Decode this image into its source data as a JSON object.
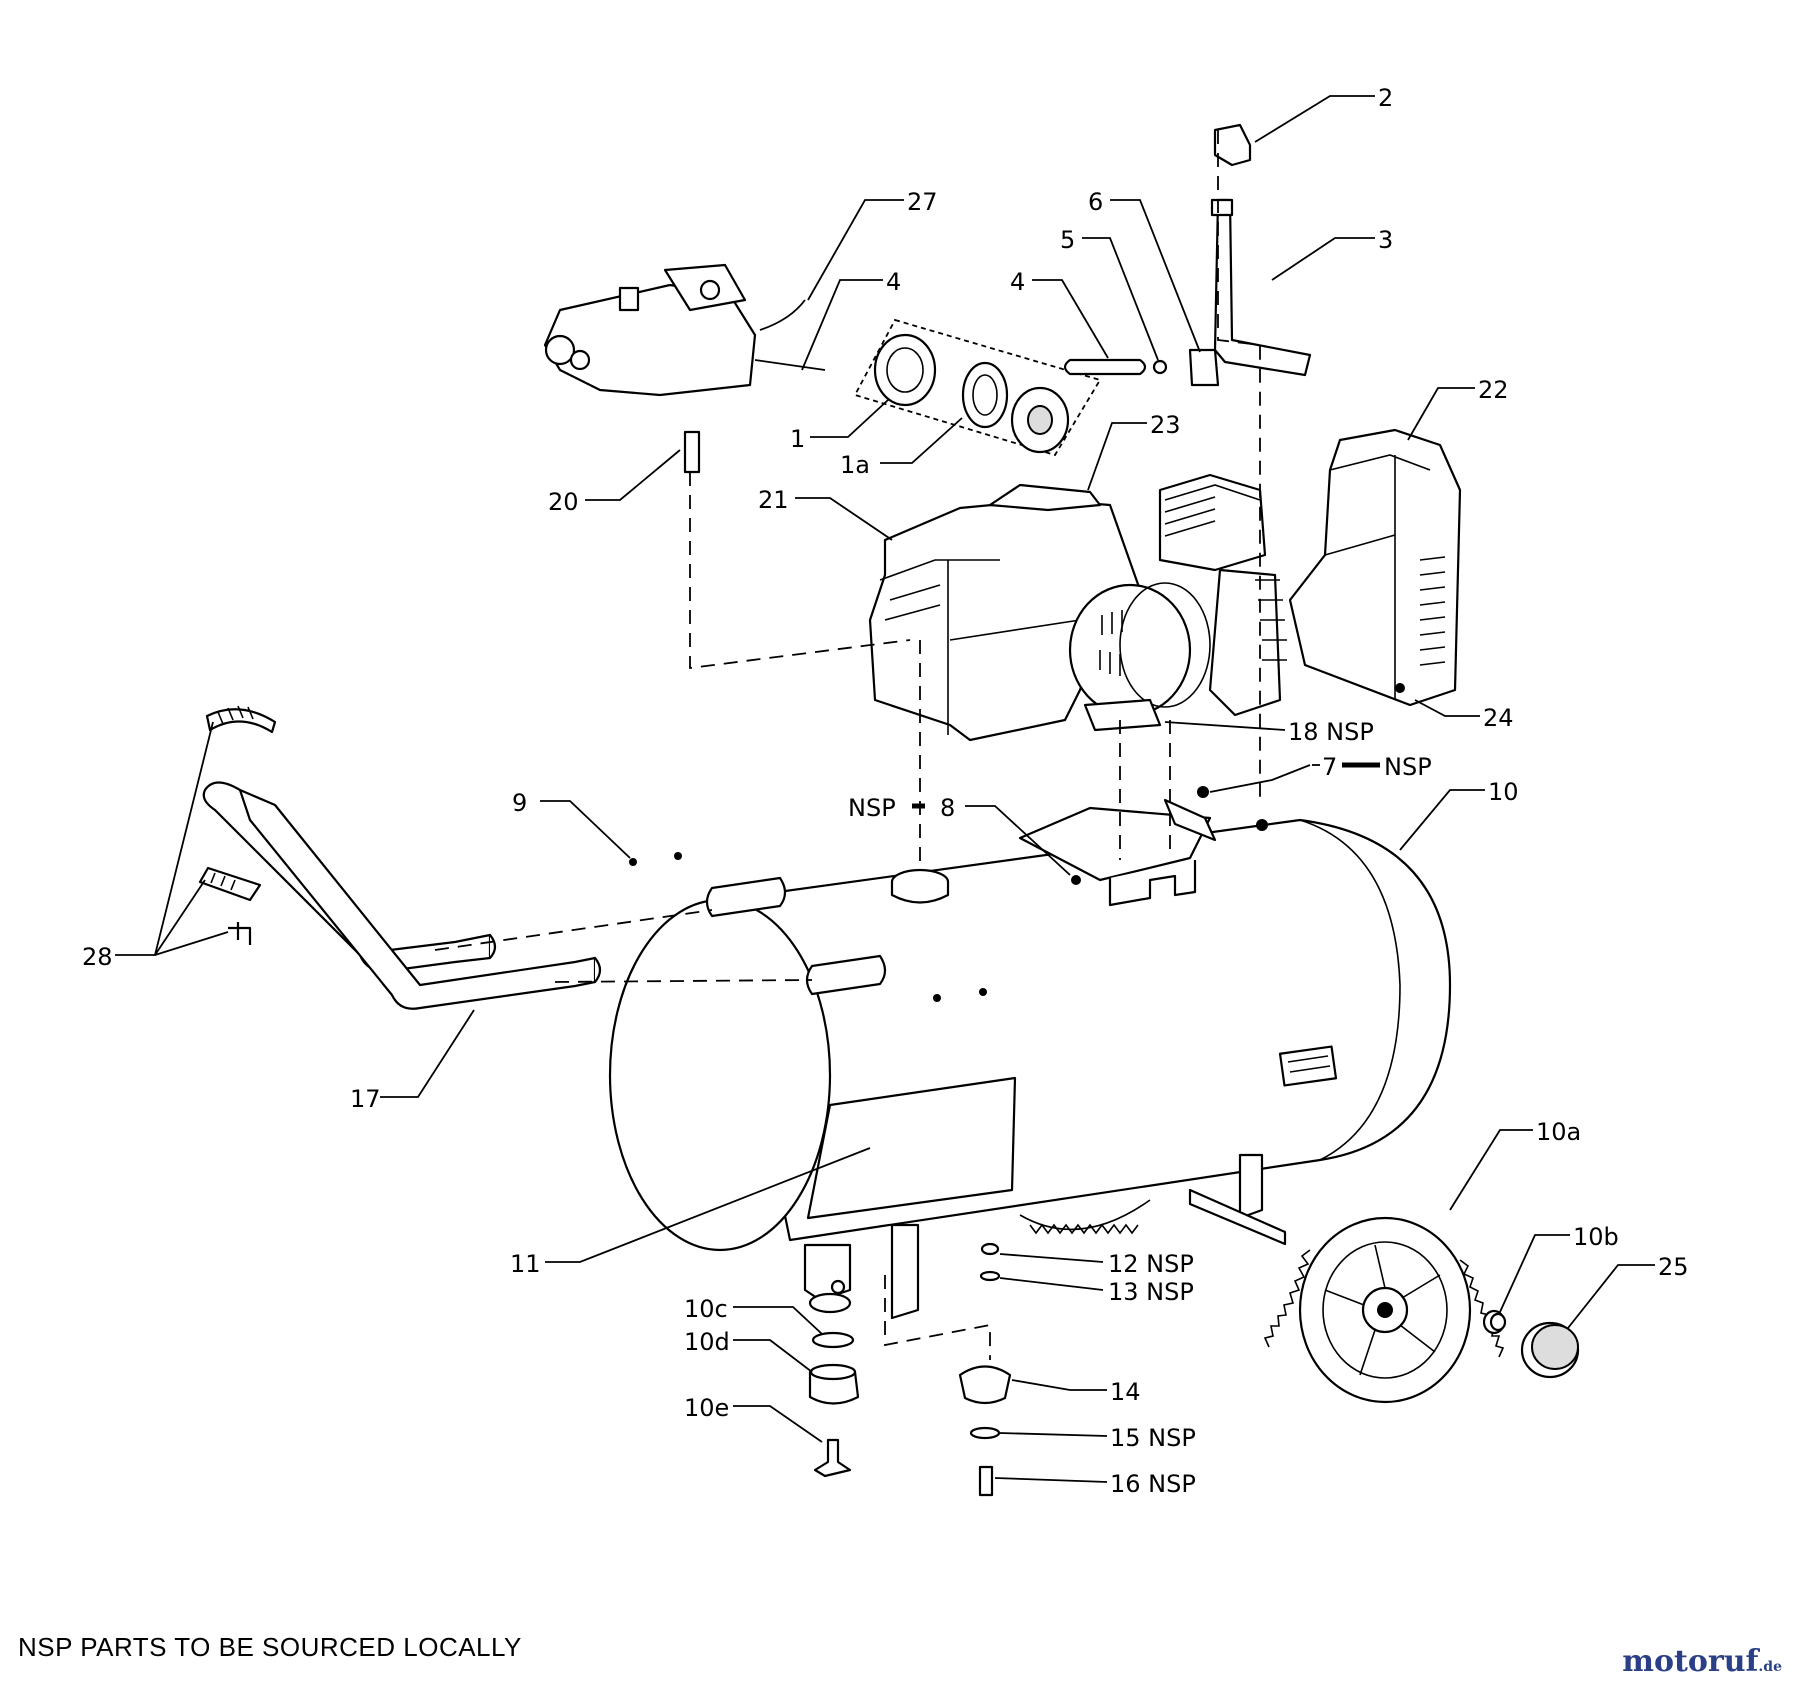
{
  "footer_note": "NSP PARTS TO BE SOURCED LOCALLY",
  "watermark": {
    "name": "motoruf",
    "suffix": ".de"
  },
  "callouts": [
    {
      "id": "2",
      "text": "2"
    },
    {
      "id": "3",
      "text": "3"
    },
    {
      "id": "27",
      "text": "27"
    },
    {
      "id": "4a",
      "text": "4"
    },
    {
      "id": "4b",
      "text": "4"
    },
    {
      "id": "5",
      "text": "5"
    },
    {
      "id": "6",
      "text": "6"
    },
    {
      "id": "22",
      "text": "22"
    },
    {
      "id": "1",
      "text": "1"
    },
    {
      "id": "1a",
      "text": "1a"
    },
    {
      "id": "23",
      "text": "23"
    },
    {
      "id": "20",
      "text": "20"
    },
    {
      "id": "21",
      "text": "21"
    },
    {
      "id": "24",
      "text": "24"
    },
    {
      "id": "18",
      "text": "18 NSP"
    },
    {
      "id": "7",
      "text": "7"
    },
    {
      "id": "7nsp",
      "text": "NSP"
    },
    {
      "id": "8nsp",
      "text": "NSP"
    },
    {
      "id": "8",
      "text": "8"
    },
    {
      "id": "9",
      "text": "9"
    },
    {
      "id": "10",
      "text": "10"
    },
    {
      "id": "28",
      "text": "28"
    },
    {
      "id": "17",
      "text": "17"
    },
    {
      "id": "10a",
      "text": "10a"
    },
    {
      "id": "11",
      "text": "11"
    },
    {
      "id": "12",
      "text": "12 NSP"
    },
    {
      "id": "13",
      "text": "13 NSP"
    },
    {
      "id": "10b",
      "text": "10b"
    },
    {
      "id": "25",
      "text": "25"
    },
    {
      "id": "10c",
      "text": "10c"
    },
    {
      "id": "10d",
      "text": "10d"
    },
    {
      "id": "10e",
      "text": "10e"
    },
    {
      "id": "14",
      "text": "14"
    },
    {
      "id": "15",
      "text": "15 NSP"
    },
    {
      "id": "16",
      "text": "16 NSP"
    }
  ]
}
